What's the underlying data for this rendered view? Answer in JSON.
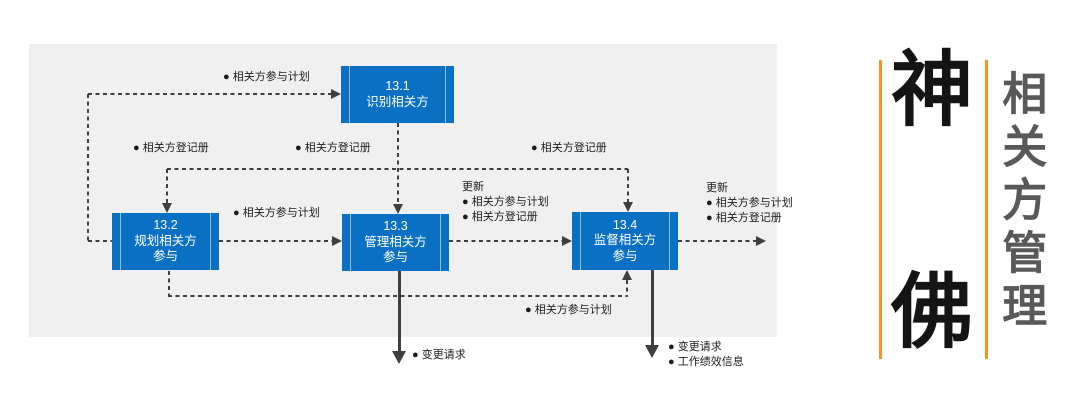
{
  "colors": {
    "box-blue": "#0A70C4",
    "panel-gray": "#F0F0F0",
    "line-dark": "#3F3F3F",
    "accent-orange": "#F7941E",
    "title-gray": "#595959",
    "brand-black": "#141414"
  },
  "diagram": {
    "boxes": [
      {
        "number": "13.1",
        "line1": "识别相关方"
      },
      {
        "number": "13.2",
        "line1": "规划相关方",
        "line2": "参与"
      },
      {
        "number": "13.3",
        "line1": "管理相关方",
        "line2": "参与"
      },
      {
        "number": "13.4",
        "line1": "监督相关方",
        "line2": "参与"
      }
    ],
    "labels": {
      "plan_to_13_1": "● 相关方参与计划",
      "register_left": "● 相关方登记册",
      "register_mid": "● 相关方登记册",
      "register_right": "● 相关方登记册",
      "plan_between_13_2_and_13_3": "● 相关方参与计划",
      "plan_bottom_loop": "● 相关方参与计划",
      "change_request_13_3": "● 变更请求",
      "updates_13_3": {
        "title": "更新",
        "item1": "● 相关方参与计划",
        "item2": "● 相关方登记册"
      },
      "updates_13_4": {
        "title": "更新",
        "item1": "● 相关方参与计划",
        "item2": "● 相关方登记册"
      },
      "outputs_13_4_bottom": {
        "item1": "● 变更请求",
        "item2": "● 工作绩效信息"
      }
    }
  },
  "sidebar": {
    "brand_top": "神",
    "brand_bottom": "佛",
    "vertical_title": "相关方管理"
  }
}
